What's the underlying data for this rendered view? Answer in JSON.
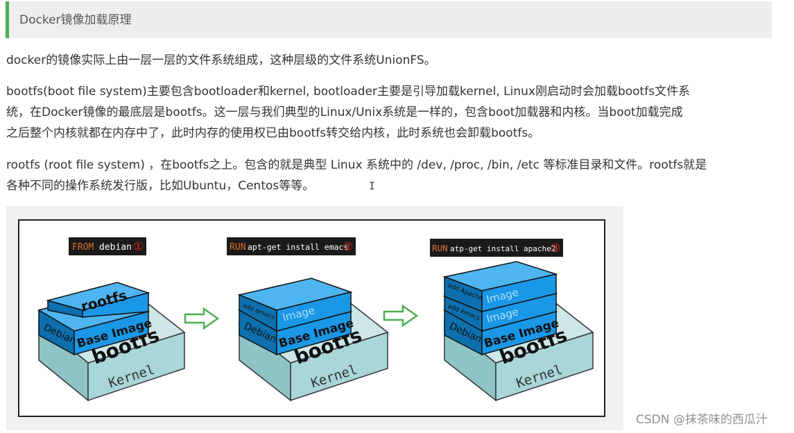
{
  "header": {
    "title": "Docker镜像加载原理"
  },
  "paragraphs": {
    "p1": "docker的镜像实际上由一层一层的文件系统组成，这种层级的文件系统UnionFS。",
    "p2_line1": "bootfs(boot file system)主要包含bootloader和kernel, bootloader主要是引导加载kernel, Linux刚启动时会加载bootfs文件系",
    "p2_line2": "统，在Docker镜像的最底层是bootfs。这一层与我们典型的Linux/Unix系统是一样的，包含boot加载器和内核。当boot加载完成",
    "p2_line3": "之后整个内核就都在内存中了，此时内存的使用权已由bootfs转交给内核，此时系统也会卸载bootfs。",
    "p3_line1": "rootfs (root file system) ，在bootfs之上。包含的就是典型 Linux 系统中的 /dev, /proc, /bin, /etc 等标准目录和文件。rootfs就是",
    "p3_line2": "各种不同的操作系统发行版，比如Ubuntu，Centos等等。"
  },
  "cursor_glyph": "I",
  "figure": {
    "steps": [
      {
        "keyword": "FROM",
        "args": "debian",
        "number": "①"
      },
      {
        "keyword": "RUN",
        "args": "apt-get install emacs",
        "number": "②"
      },
      {
        "keyword": "RUN",
        "args": "atp-get install apache2",
        "number": "③"
      }
    ],
    "labels": {
      "kernel": "Kernel",
      "bootfs": "bootfs",
      "base_image": "Base Image",
      "rootfs": "rootfs",
      "debian": "Debian",
      "image": "Image",
      "add_emacs": "add emacs",
      "add_apache": "add Apache"
    },
    "colors": {
      "layer_blue": "#1a97e6",
      "layer_blue_top": "#4fb5f0",
      "layer_blue_side": "#0d6fae",
      "kernel_face": "#a9d6d8",
      "kernel_top": "#cde7e8",
      "cmd_bg": "#1a1a1a",
      "cmd_keyword": "#e07030",
      "cmd_number": "#e03020",
      "arrow": "#4caf50"
    }
  },
  "watermark": "CSDN @抹茶味的西瓜汁"
}
